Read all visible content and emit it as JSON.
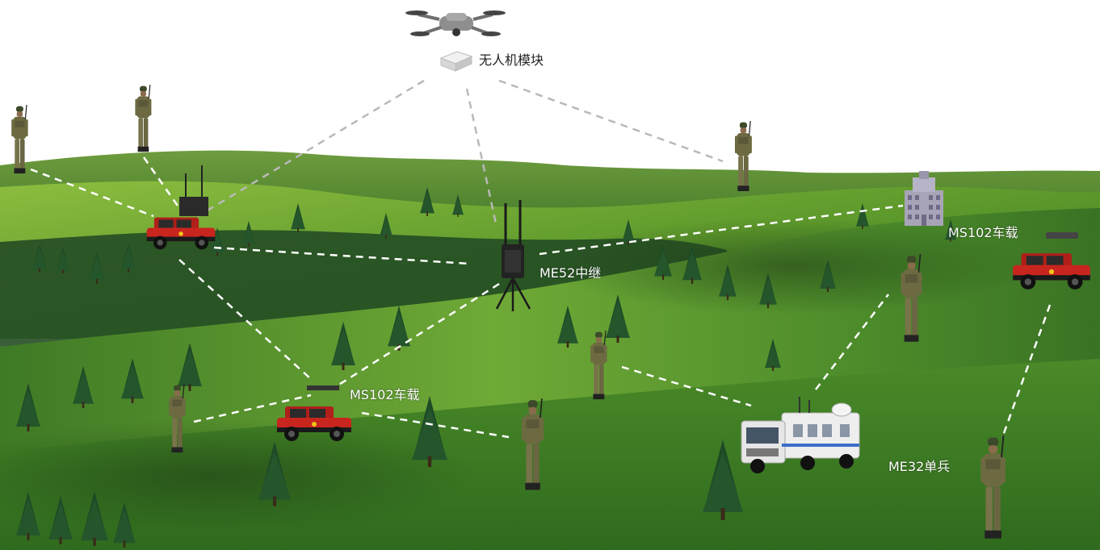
{
  "labels": {
    "drone_module": "无人机模块",
    "relay": "ME52中继",
    "vehicle_left": "MS102车载",
    "vehicle_right": "MS102车载",
    "soldier": "ME32单兵"
  },
  "colors": {
    "sky": "#ffffff",
    "grass_light": "#7fb13a",
    "grass_mid": "#4d8a2a",
    "grass_dark": "#2d5d1c",
    "forest": "#1f4a26",
    "link_on_sky": "#b9b9b9",
    "link_on_grass": "#ffffff",
    "vehicle_red": "#c8251e",
    "camo": "#6b6a45"
  },
  "icons": {
    "drone": "quadcopter-drone-icon",
    "module": "drone-module-box-icon",
    "relay": "relay-tripod-icon",
    "vehicle": "red-jeep-icon",
    "truck": "command-truck-icon",
    "building": "building-icon",
    "soldier": "soldier-icon"
  }
}
